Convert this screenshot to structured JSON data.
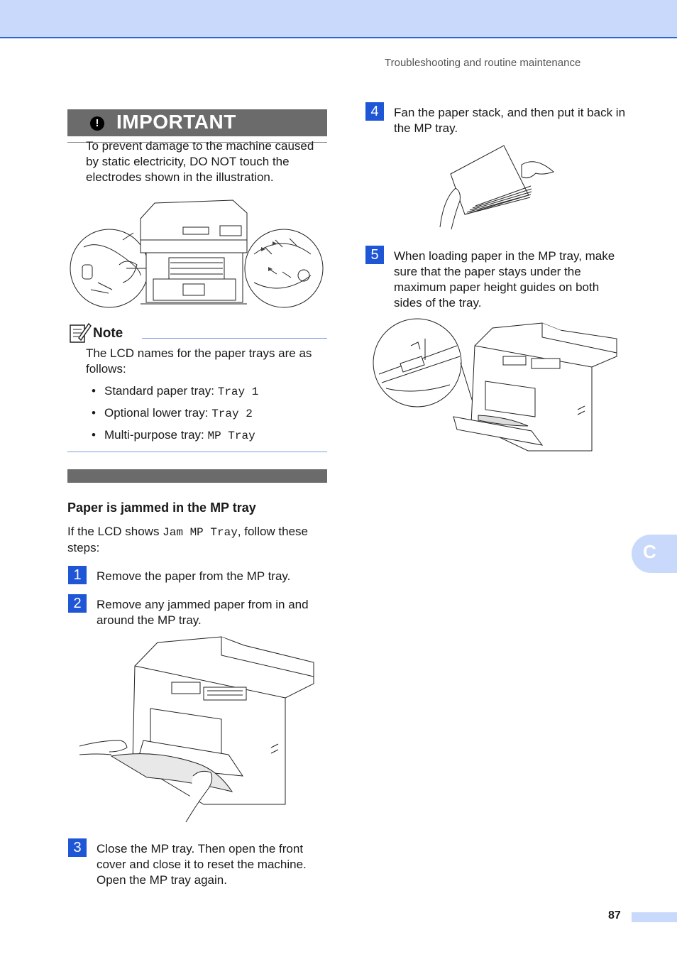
{
  "header": {
    "running_title": "Troubleshooting and routine maintenance"
  },
  "important": {
    "title": "IMPORTANT",
    "icon": "exclamation-icon",
    "text": "To prevent damage to the machine caused by static electricity, DO NOT touch the electrodes shown in the illustration."
  },
  "note": {
    "title": "Note",
    "icon": "note-pencil-icon",
    "intro": "The LCD names for the paper trays are as follows:",
    "items": [
      {
        "label": "Standard paper tray: ",
        "value": "Tray 1"
      },
      {
        "label": "Optional lower tray: ",
        "value": "Tray 2"
      },
      {
        "label": "Multi-purpose tray: ",
        "value": "MP Tray"
      }
    ]
  },
  "section": {
    "title": "Paper is jammed in the MP tray",
    "intro_before": "If the LCD shows ",
    "intro_code": "Jam MP Tray",
    "intro_after": ", follow these steps:"
  },
  "steps": [
    {
      "number": "1",
      "text": "Remove the paper from the MP tray."
    },
    {
      "number": "2",
      "text": "Remove any jammed paper from in and around the MP tray."
    },
    {
      "number": "3",
      "text": "Close the MP tray. Then open the front cover and close it to reset the machine. Open the MP tray again."
    },
    {
      "number": "4",
      "text": "Fan the paper stack, and then put it back in the MP tray."
    },
    {
      "number": "5",
      "text": "When loading paper in the MP tray, make sure that the paper stays under the maximum paper height guides on both sides of the tray."
    }
  ],
  "side_tab": {
    "letter": "C"
  },
  "footer": {
    "page_number": "87"
  },
  "colors": {
    "accent": "#1f56d6",
    "band": "#c9d9fb",
    "important_bar": "#6b6b6b"
  }
}
